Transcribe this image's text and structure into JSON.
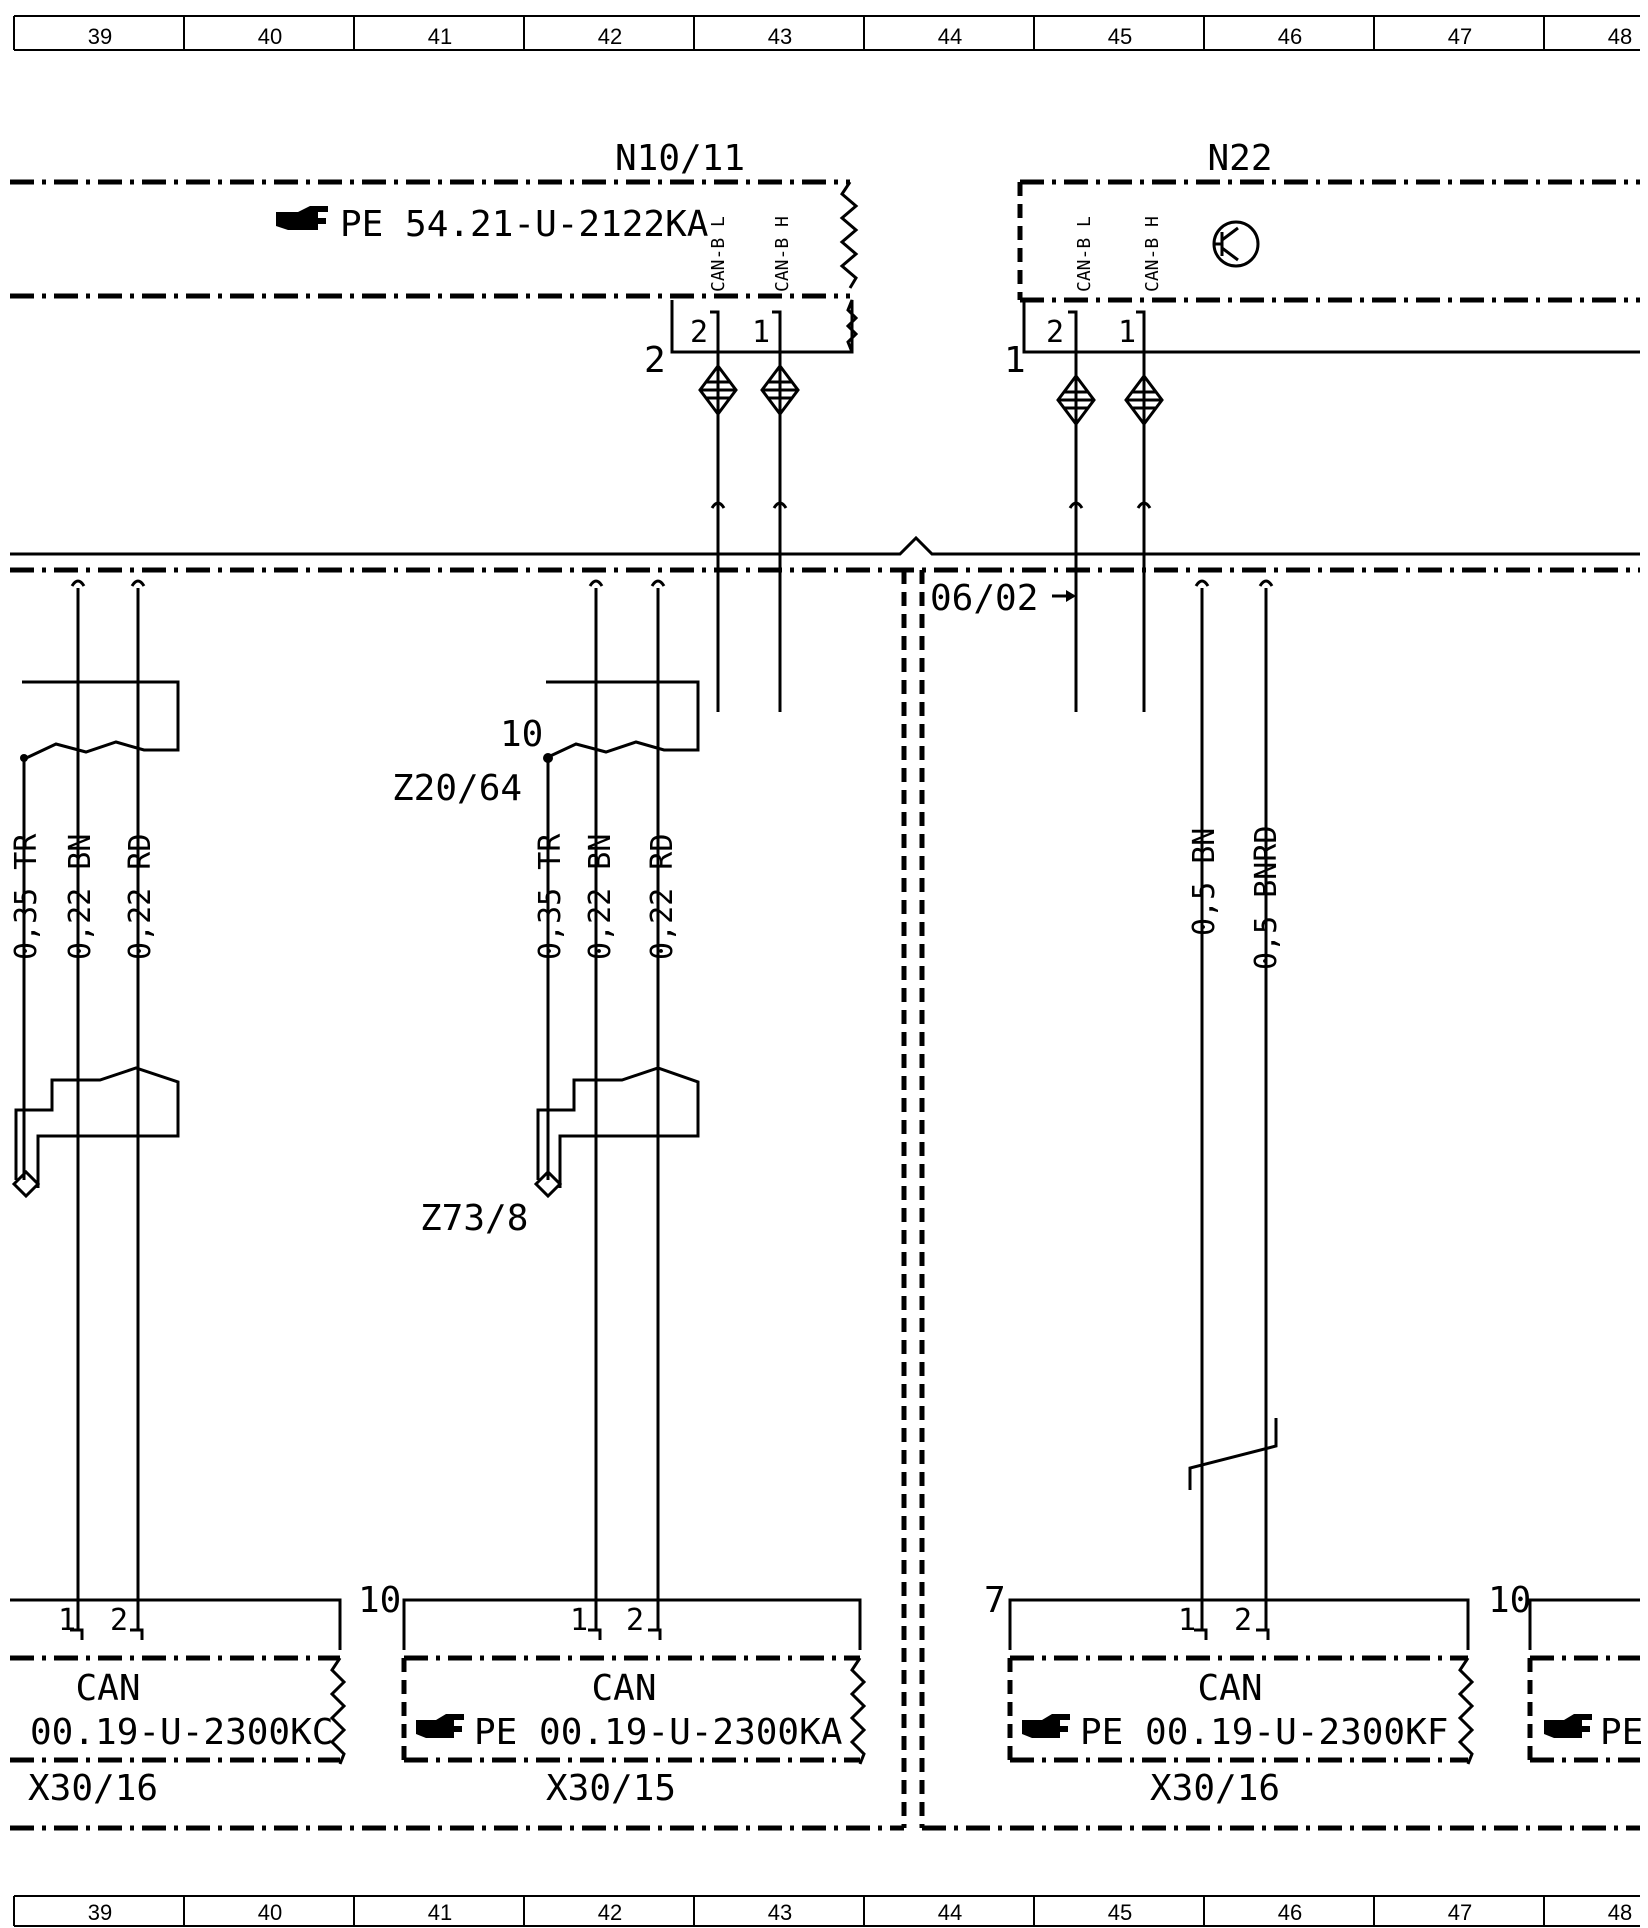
{
  "ruler": {
    "columns": [
      "39",
      "40",
      "41",
      "42",
      "43",
      "44",
      "45",
      "46",
      "47",
      "48"
    ]
  },
  "modules": {
    "n10_11": {
      "name": "N10/11",
      "ref": "PE 54.21-U-2122KA",
      "pin_l": "CAN-B L",
      "pin_h": "CAN-B H",
      "pin_l_no": "2",
      "pin_h_no": "1",
      "conn_no": "2"
    },
    "n22": {
      "name": "N22",
      "pin_l": "CAN-B L",
      "pin_h": "CAN-B H",
      "pin_l_no": "2",
      "pin_h_no": "1",
      "conn_no": "1"
    }
  },
  "marker": {
    "text": "06/02"
  },
  "wires": {
    "left": [
      {
        "label": "0,35 TR"
      },
      {
        "label": "0,22 BN"
      },
      {
        "label": "0,22 RD"
      }
    ],
    "middle": [
      {
        "label": "0,35 TR"
      },
      {
        "label": "0,22 BN"
      },
      {
        "label": "0,22 RD"
      }
    ],
    "right": [
      {
        "label": "0,5 BN"
      },
      {
        "label": "0,5 BNRD"
      }
    ]
  },
  "points": {
    "z20": "Z20/64",
    "z20_pin": "10",
    "z73": "Z73/8"
  },
  "connectors": {
    "left": {
      "type": "CAN",
      "ref": "00.19-U-2300KC",
      "name": "X30/16",
      "pin1": "1",
      "pin2": "2",
      "side_no": "10"
    },
    "middle": {
      "type": "CAN",
      "ref": "PE  00.19-U-2300KA",
      "name": "X30/15",
      "pin1": "1",
      "pin2": "2"
    },
    "right": {
      "type": "CAN",
      "ref": "PE  00.19-U-2300KF",
      "name": "X30/16",
      "pin1": "1",
      "pin2": "2",
      "side_no": "7"
    },
    "far": {
      "ref": "PE",
      "side_no": "10"
    }
  }
}
